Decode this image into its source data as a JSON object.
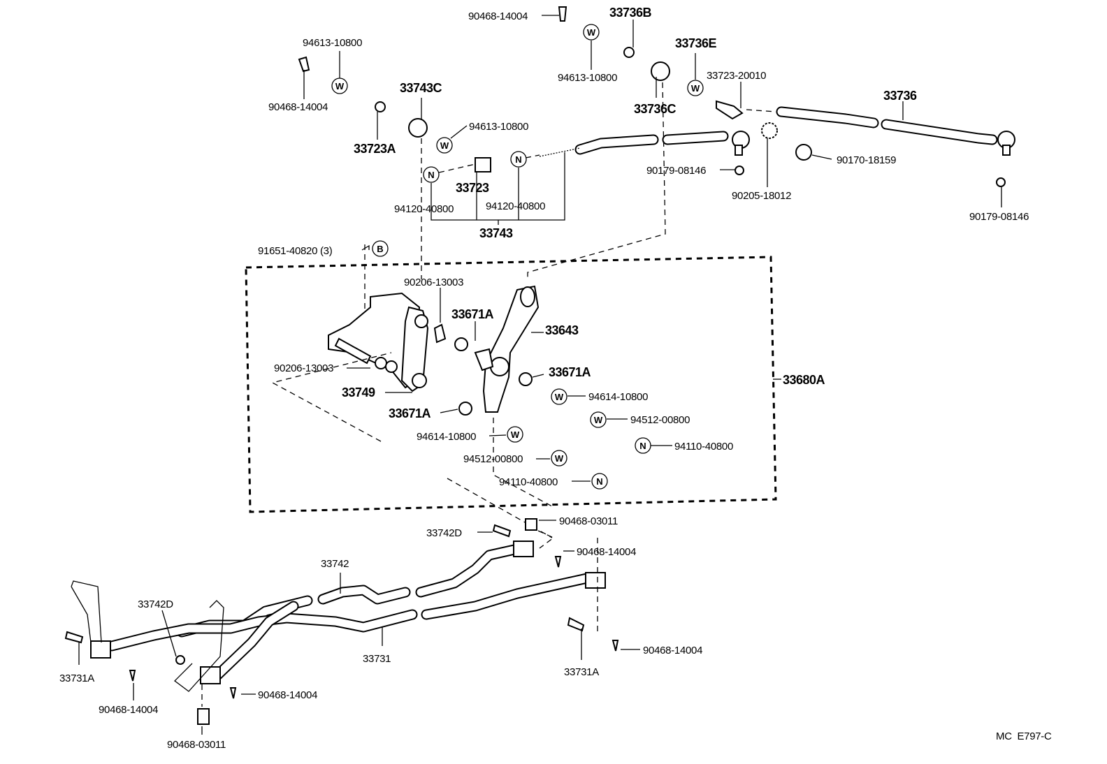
{
  "diagram": {
    "labels": [
      "90468-14004",
      "33736B",
      "94613-10800",
      "33736E",
      "33723-20010",
      "33736",
      "94613-10800",
      "90468-14004",
      "33743C",
      "33736C",
      "33723A",
      "94613-10800",
      "90170-18159",
      "33723",
      "90179-08146",
      "90205-18012",
      "94120-40800",
      "94120-40800",
      "90179-08146",
      "33743",
      "91651-40820 (3)",
      "90206-13003",
      "33671A",
      "33643",
      "90206-13003",
      "33671A",
      "33680A",
      "33749",
      "94614-10800",
      "33671A",
      "94512-00800",
      "94614-10800",
      "94110-40800",
      "94512-00800",
      "94110-40800",
      "90468-03011",
      "33742D",
      "90468-14004",
      "33742",
      "33742D",
      "33731",
      "90468-14004",
      "33731A",
      "33731A",
      "90468-14004",
      "90468-14004",
      "90468-03011"
    ],
    "symbols": {
      "washer": "W",
      "nut": "N",
      "bolt": "B"
    },
    "footer_code": "MC  E797-C"
  }
}
